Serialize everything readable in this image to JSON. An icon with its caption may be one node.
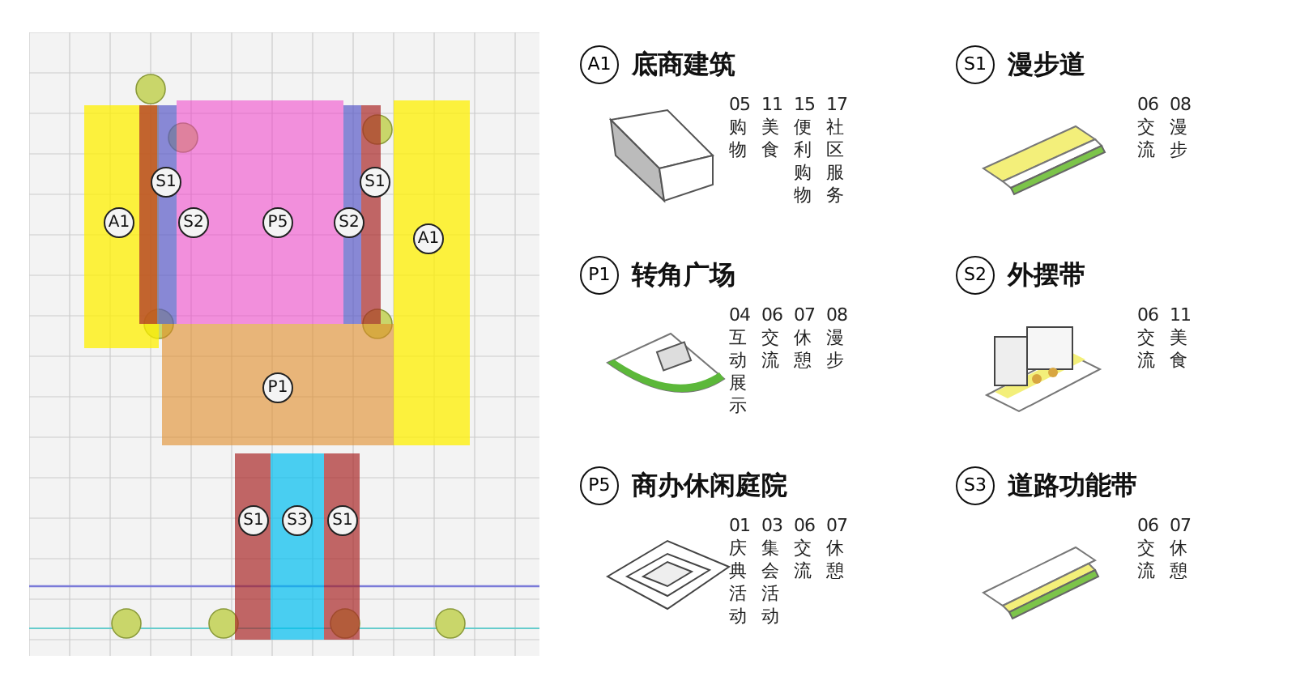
{
  "diagram": {
    "nodes": [
      {
        "text": [
          "A1"
        ]
      },
      {
        "text": [
          "S1"
        ]
      },
      {
        "text": [
          "S2"
        ]
      },
      {
        "text": [
          "P5"
        ]
      },
      {
        "text": [
          "S2"
        ]
      },
      {
        "text": [
          "S1"
        ]
      },
      {
        "text": [
          "A1"
        ]
      },
      {
        "text": [
          "P1"
        ]
      },
      {
        "text": [
          "S1"
        ]
      },
      {
        "text": [
          "S3"
        ]
      },
      {
        "text": [
          "S1"
        ]
      },
      {
        "text": [
          "A1",
          "底商建筑",
          "05 购物",
          "11 美食",
          "15 便利购物",
          "17 社区服务"
        ]
      },
      {
        "text": [
          "S1",
          "漫步道",
          "06 交流",
          "08 漫步"
        ]
      },
      {
        "text": [
          "P1",
          "转角广场",
          "04 互动展示",
          "06 交流",
          "07 休憩",
          "08 漫步"
        ]
      },
      {
        "text": [
          "S2",
          "外摆带",
          "06 交流",
          "11 美食"
        ]
      },
      {
        "text": [
          "P5",
          "商办休闲庭院",
          "01 庆典活动",
          "03 集会活动",
          "06 交流",
          "07 休憩"
        ]
      },
      {
        "text": [
          "S3",
          "道路功能带",
          "06 交流",
          "07 休憩"
        ]
      }
    ],
    "edges": []
  }
}
